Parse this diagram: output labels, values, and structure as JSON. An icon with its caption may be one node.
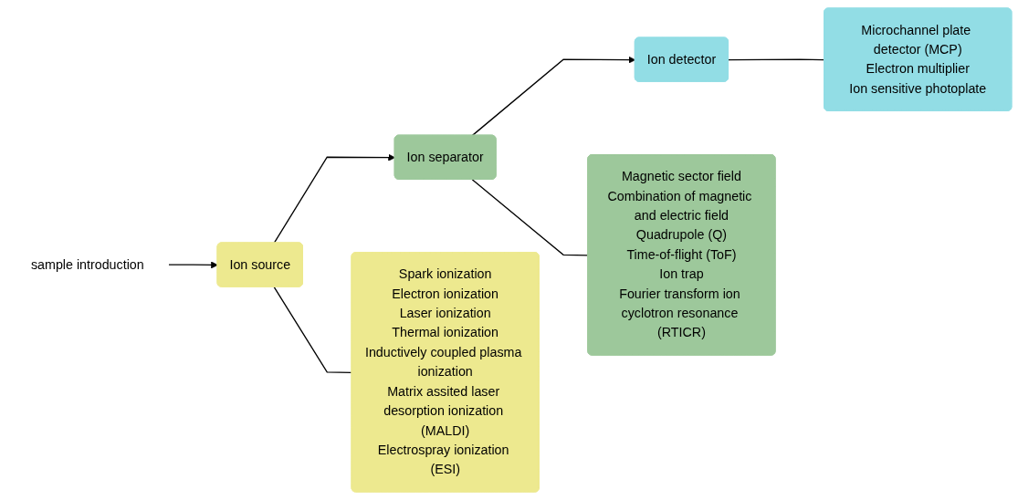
{
  "diagram": {
    "nodes": [
      {
        "text": [
          "sample introduction"
        ]
      },
      {
        "text": [
          "Ion source"
        ]
      },
      {
        "text": [
          "Ion separator"
        ]
      },
      {
        "text": [
          "Ion detector"
        ]
      },
      {
        "text": [
          "Spark ionization",
          "Electron ionization",
          "Laser ionization",
          "Thermal ionization",
          "Inductively coupled plasma ionization",
          "Matrix assited laser desorption ionization (MALDI)",
          "Electrospray ionization (ESI)"
        ]
      },
      {
        "text": [
          "Magnetic sector field",
          "Combination of magnetic and electric field",
          "Quadrupole (Q)",
          "Time-of-flight (ToF)",
          "Ion trap",
          "Fourier transform ion cyclotron resonance (RTICR)"
        ]
      },
      {
        "text": [
          "Microchannel plate detector (MCP)",
          "Electron multiplier",
          "Ion sensitive photoplate"
        ]
      }
    ],
    "edges": [
      {
        "from": 0,
        "to": 1,
        "arrow": "to"
      },
      {
        "from": 1,
        "to": 2,
        "arrow": "to"
      },
      {
        "from": 2,
        "to": 3,
        "arrow": "to"
      },
      {
        "from": 1,
        "to": 4,
        "arrow": "none"
      },
      {
        "from": 2,
        "to": 5,
        "arrow": "none"
      },
      {
        "from": 3,
        "to": 6,
        "arrow": "none"
      }
    ]
  }
}
